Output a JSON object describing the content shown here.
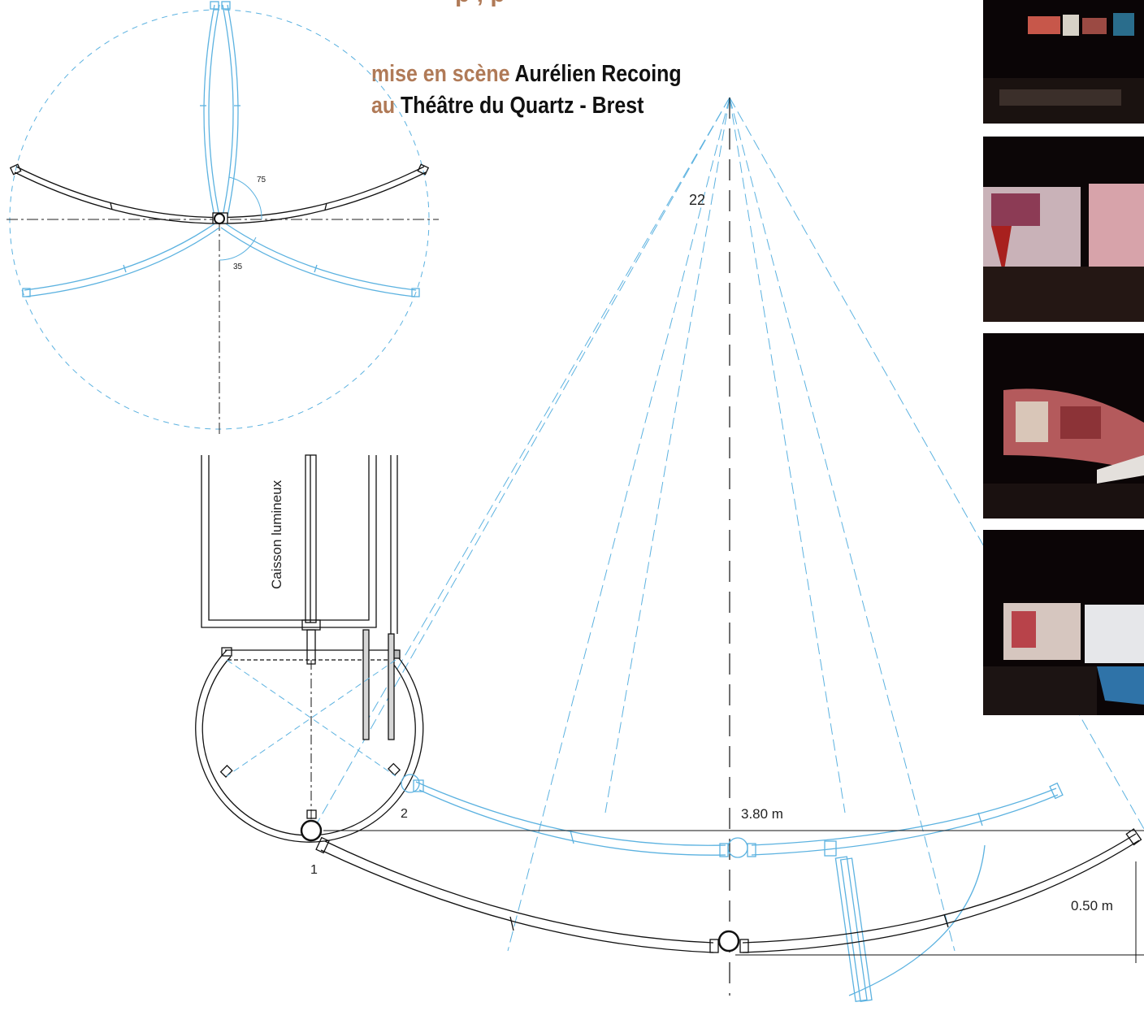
{
  "title_fragment": "p                                  , p",
  "credits": {
    "line1_prefix": "mise en scène",
    "line1_name": "Aurélien Recoing",
    "line2_prefix": "au",
    "line2_name": "Théâtre du Quartz - Brest"
  },
  "diagram": {
    "angle_upper": "75",
    "angle_lower": "35",
    "height_value": "22",
    "caisson_label": "Caisson lumineux",
    "pivot_label_1": "1",
    "pivot_label_2": "2",
    "width_dimension": "3.80 m",
    "depth_dimension": "0.50 m"
  },
  "colors": {
    "accent_brown": "#b07a57",
    "drawing_blue": "#5cb2e0",
    "drawing_black": "#111111"
  },
  "photos": [
    {
      "name": "stage-photo-1"
    },
    {
      "name": "stage-photo-2"
    },
    {
      "name": "stage-photo-3"
    },
    {
      "name": "stage-photo-4"
    }
  ]
}
